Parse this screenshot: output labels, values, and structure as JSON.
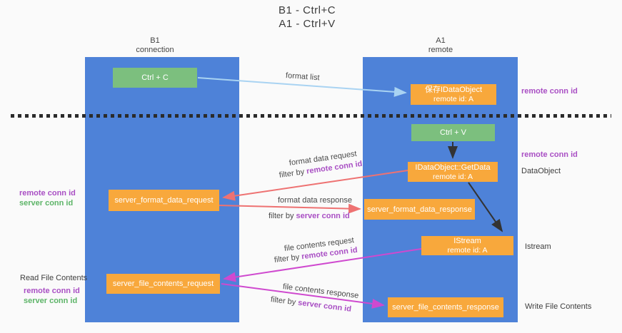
{
  "title": {
    "line1": "B1 - Ctrl+C",
    "line2": "A1 - Ctrl+V"
  },
  "colors": {
    "column_blue": "#4e82d8",
    "box_orange": "#f8a83c",
    "box_green": "#7cbf7e",
    "arrow_light_blue": "#a9d3f2",
    "arrow_red": "#ee7272",
    "arrow_magenta": "#cf49cf",
    "arrow_black": "#333333",
    "label_purple": "#a94fc4",
    "label_green": "#5cb467"
  },
  "left_column": {
    "title": "B1",
    "subtitle": "connection"
  },
  "right_column": {
    "title": "A1",
    "subtitle": "remote"
  },
  "boxes": {
    "ctrl_c": {
      "label": "Ctrl + C"
    },
    "save_obj": {
      "line1": "保存IDataObject",
      "line2": "remote id: A"
    },
    "ctrl_v": {
      "label": "Ctrl + V"
    },
    "get_data": {
      "line1": "IDataObject::GetData",
      "line2": "remote id: A"
    },
    "istream": {
      "line1": "IStream",
      "line2": "remote id: A"
    },
    "server_format_data_request": {
      "label": "server_format_data_request"
    },
    "server_format_data_response": {
      "label": "server_format_data_response"
    },
    "server_file_contents_request": {
      "label": "server_file_contents_request"
    },
    "server_file_contents_response": {
      "label": "server_file_contents_response"
    }
  },
  "arrow_labels": {
    "format_list": "format list",
    "format_data_request": "format data request",
    "format_data_response": "format data response",
    "file_contents_request": "file contents request",
    "file_contents_response": "file contents response",
    "filter_by": "filter by",
    "remote_conn_id": "remote conn id",
    "server_conn_id": "server conn id"
  },
  "side_labels": {
    "remote_conn_id": "remote conn id",
    "server_conn_id": "server conn id",
    "dataobject": "DataObject",
    "istream": "Istream",
    "read_file_contents": "Read File Contents",
    "write_file_contents": "Write File Contents"
  }
}
